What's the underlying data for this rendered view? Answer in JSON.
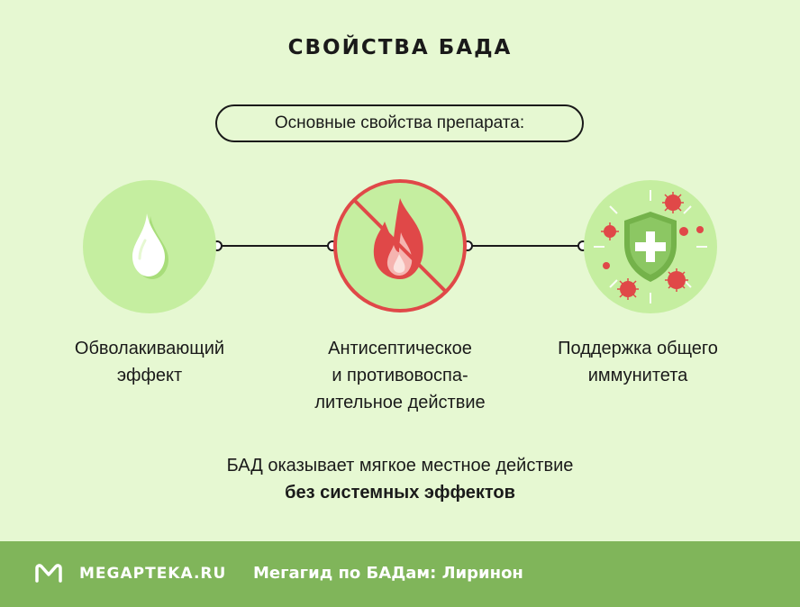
{
  "header": {
    "title": "СВОЙСТВА БАДА"
  },
  "intro": {
    "label": "Основные свойства препарата:"
  },
  "properties": [
    {
      "icon": "droplet-icon",
      "lines": [
        "Обволакивающий",
        "эффект"
      ]
    },
    {
      "icon": "no-fire-icon",
      "lines": [
        "Антисептическое",
        "и противовоспа-",
        "лительное действие"
      ]
    },
    {
      "icon": "immunity-shield-icon",
      "lines": [
        "Поддержка общего",
        "иммунитета"
      ]
    }
  ],
  "summary": {
    "line1": "БАД оказывает мягкое местное действие",
    "line2": "без системных эффектов"
  },
  "footer": {
    "brand": "MEGAPTEKA.RU",
    "guide": "Мегагид по БАДам: Лиринон"
  },
  "colors": {
    "background": "#e6f8d2",
    "circle": "#c5eea0",
    "accent_red": "#e04848",
    "footer": "#80b55a"
  }
}
